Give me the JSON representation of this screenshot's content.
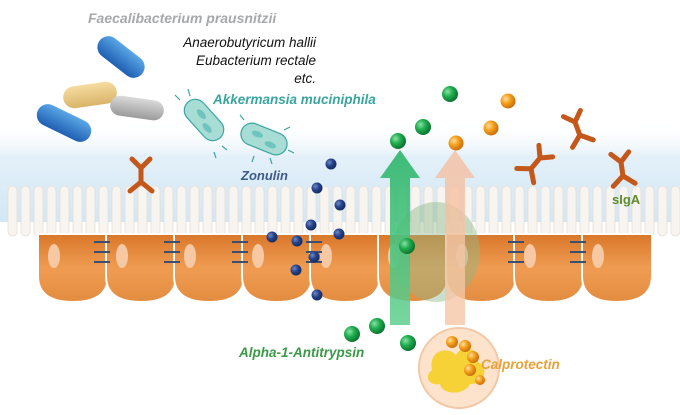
{
  "labels": {
    "faecalibacterium": "Faecalibacterium prausnitzii",
    "species": [
      "Anaerobutyricum hallii",
      "Eubacterium rectale",
      "etc."
    ],
    "akkermansia": "Akkermansia muciniphila",
    "zonulin": "Zonulin",
    "siga": "sIgA",
    "alpha1": "Alpha-1-Antitrypsin",
    "calprotectin": "Calprotectin"
  },
  "colors": {
    "mucus": "#d7ebf7",
    "villi": "#f7f3ef",
    "epithelium": "#e08a3c",
    "epithelium_light": "#f0a866",
    "tight_junction": "#3d4e73",
    "zonulin": "#223e86",
    "alpha1": "#1a9a45",
    "calprotectin": "#f08c12",
    "antibody": "#c4581a",
    "akkermansia": "#9ed6d0"
  }
}
